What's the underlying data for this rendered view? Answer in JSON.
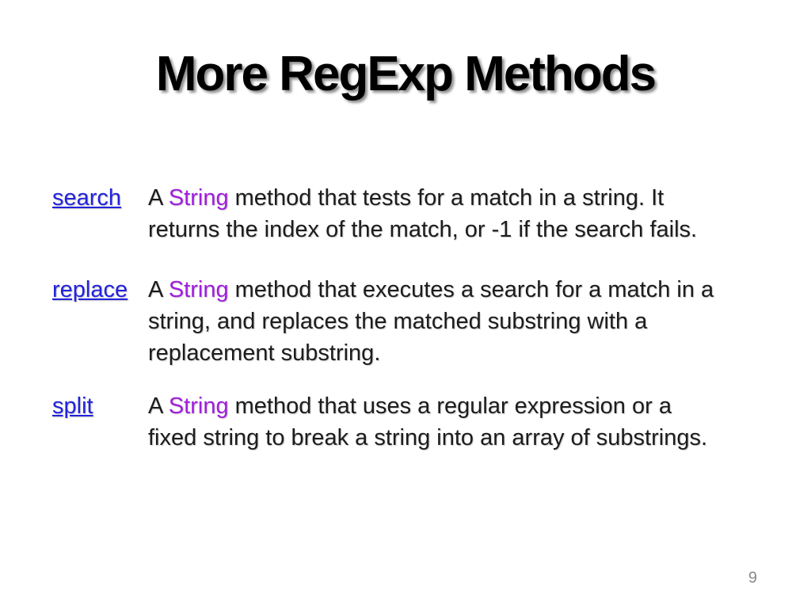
{
  "slide": {
    "title": "More RegExp Methods",
    "page_number": "9"
  },
  "colors": {
    "bg": "#ffffff",
    "title": "#000000",
    "body": "#1c1c1c",
    "link": "#2222dd",
    "keyword": "#a01ede",
    "pagenum": "#8a8a8a"
  },
  "methods": [
    {
      "name": "search",
      "desc_prefix": "A ",
      "keyword": "String",
      "desc_rest": " method that tests for a match in a string. It returns the index of the match, or -1 if the search fails."
    },
    {
      "name": "replace",
      "desc_prefix": "A ",
      "keyword": "String",
      "desc_rest": " method that executes a search for a match in a string, and replaces the matched substring with a replacement substring."
    },
    {
      "name": "split",
      "desc_prefix": "A ",
      "keyword": "String",
      "desc_rest": " method that uses a regular expression or a fixed string to break a string into an array of substrings."
    }
  ]
}
